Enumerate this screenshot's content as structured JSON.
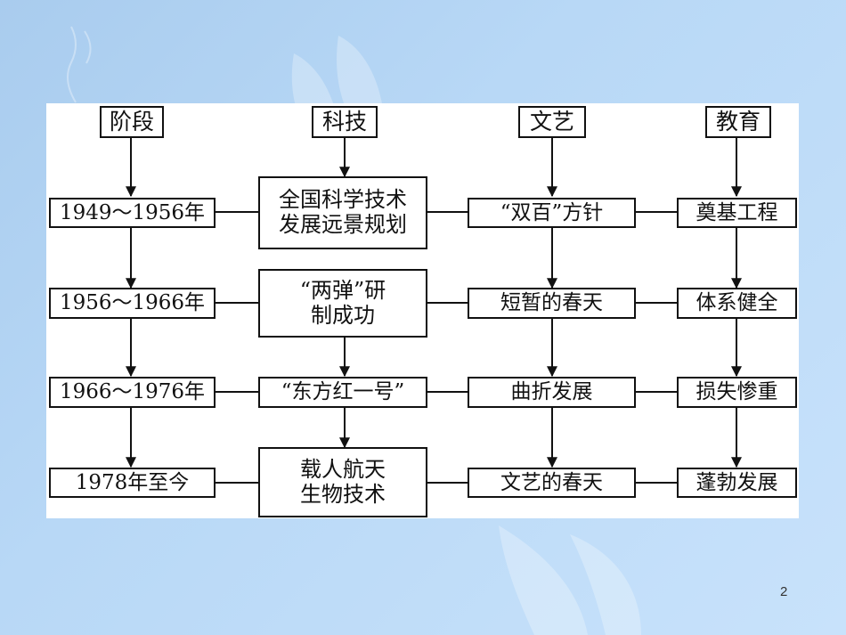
{
  "headers": [
    "阶段",
    "科技",
    "文艺",
    "教育"
  ],
  "stages": [
    "1949～1956年",
    "1956～1966年",
    "1966～1976年",
    "1978年至今"
  ],
  "tech": [
    "全国科学技术\n发展远景规划",
    "“两弹”研\n制成功",
    "“东方红一号”",
    "载人航天\n生物技术"
  ],
  "arts": [
    "“双百”方针",
    "短暂的春天",
    "曲折发展",
    "文艺的春天"
  ],
  "education": [
    "奠基工程",
    "体系健全",
    "损失惨重",
    "蓬勃发展"
  ],
  "page_number": "2"
}
